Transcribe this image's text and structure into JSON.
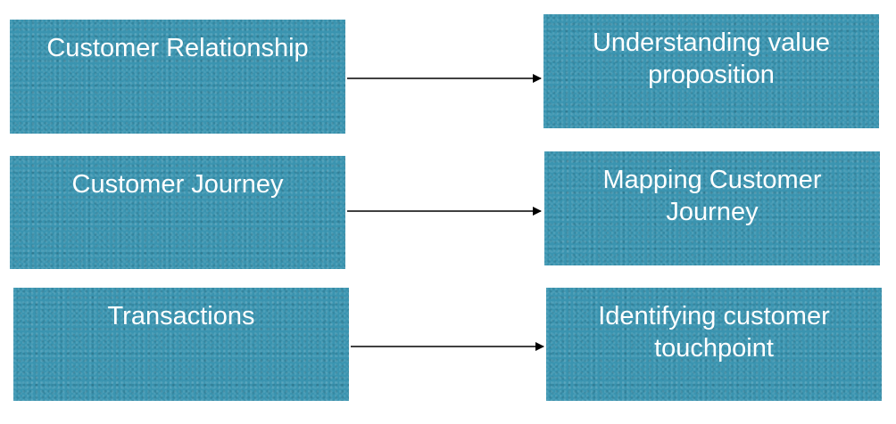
{
  "nodes": {
    "customer_relationship": {
      "label": "Customer Relationship"
    },
    "customer_journey": {
      "label": "Customer Journey"
    },
    "transactions": {
      "label": "Transactions"
    },
    "understanding_value": {
      "line1": "Understanding value",
      "line2": "proposition"
    },
    "mapping_journey": {
      "line1": "Mapping Customer",
      "line2": "Journey"
    },
    "identifying_touchpoint": {
      "line1": "Identifying customer",
      "line2": "touchpoint"
    }
  },
  "colors": {
    "box_fill": "#3a94b0",
    "text": "#ffffff",
    "arrow": "#000000"
  }
}
